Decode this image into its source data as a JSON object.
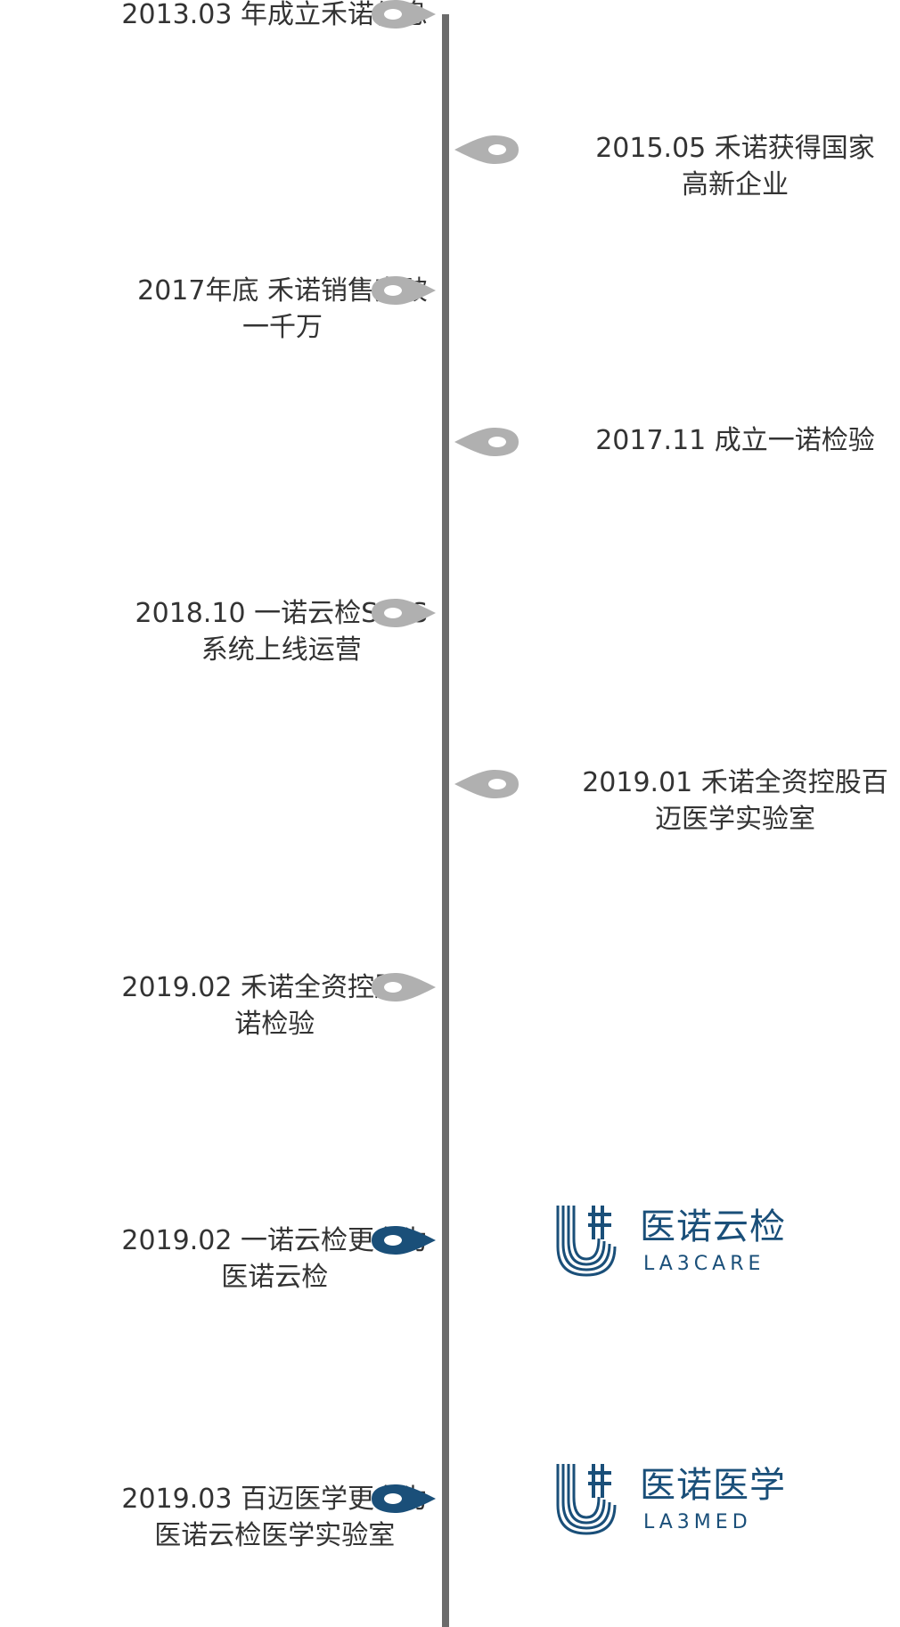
{
  "colors": {
    "axis": "#6b6b6b",
    "marker_grey": "#b0b0b0",
    "marker_blue": "#1a4f79",
    "text": "#333333"
  },
  "events": [
    {
      "lines": [
        "2013.03 年成立禾诺信息"
      ],
      "side": "left",
      "marker": "grey"
    },
    {
      "lines": [
        "2015.05 禾诺获得国家",
        "高新企业"
      ],
      "side": "right",
      "marker": "grey"
    },
    {
      "lines": [
        "2017年底 禾诺销售突破",
        "一千万"
      ],
      "side": "left",
      "marker": "grey"
    },
    {
      "lines": [
        "2017.11 成立一诺检验"
      ],
      "side": "right",
      "marker": "grey"
    },
    {
      "lines": [
        "2018.10 一诺云检SaaS",
        "系统上线运营"
      ],
      "side": "left",
      "marker": "grey"
    },
    {
      "lines": [
        "2019.01 禾诺全资控股百",
        "迈医学实验室"
      ],
      "side": "right",
      "marker": "grey"
    },
    {
      "lines": [
        "2019.02 禾诺全资控股一",
        "诺检验"
      ],
      "side": "left",
      "marker": "grey"
    },
    {
      "lines": [
        "2019.02 一诺云检更名为",
        "医诺云检"
      ],
      "side": "left",
      "marker": "blue",
      "logo": {
        "name": "医诺云检",
        "sub": "LA3CARE",
        "icon": "labcare-logo-icon"
      }
    },
    {
      "lines": [
        "2019.03 百迈医学更名为",
        "医诺云检医学实验室"
      ],
      "side": "left",
      "marker": "blue",
      "logo": {
        "name": "医诺医学",
        "sub": "LA3MED",
        "icon": "labmed-logo-icon"
      }
    }
  ]
}
